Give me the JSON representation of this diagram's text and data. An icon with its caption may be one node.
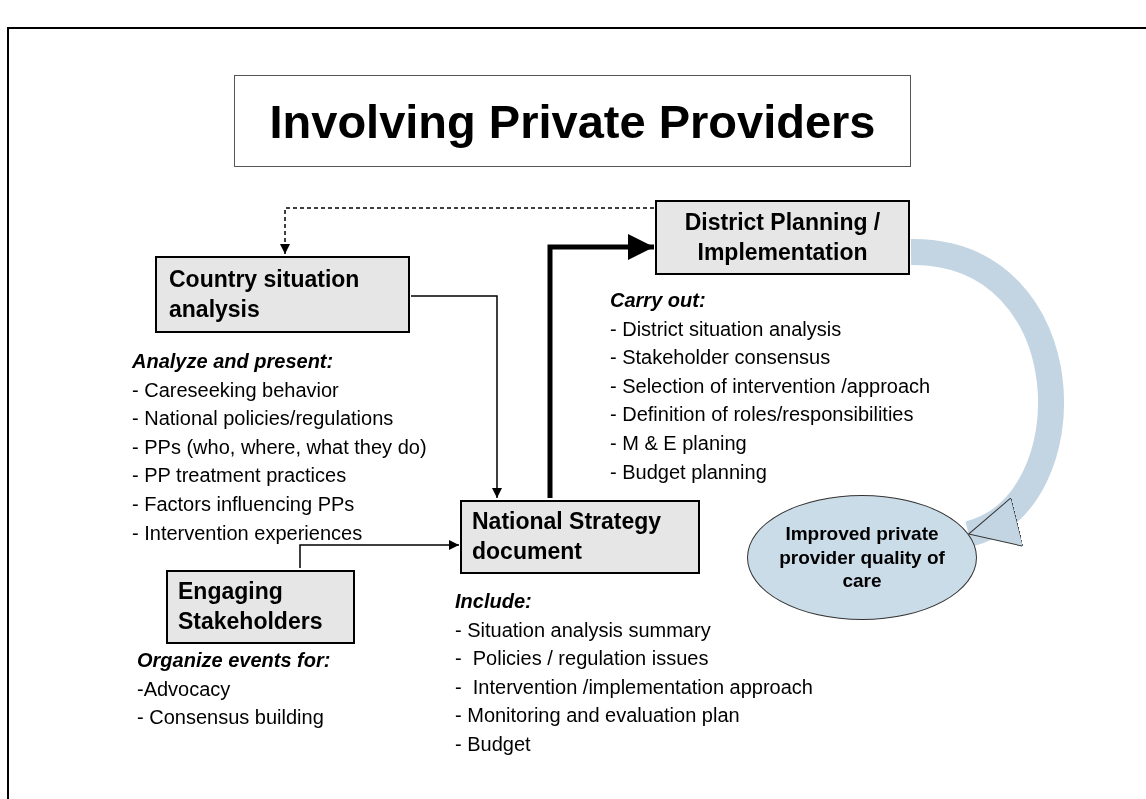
{
  "diagram": {
    "title": "Involving Private Providers",
    "nodes": [
      {
        "text": [
          "Country situation analysis"
        ],
        "beside": [
          "Analyze and present:",
          "- Careseeking behavior",
          "- National policies/regulations",
          "- PPs (who, where, what they do)",
          "- PP treatment practices",
          "- Factors influencing PPs",
          "- Intervention experiences"
        ]
      },
      {
        "text": [
          "District Planning / Implementation"
        ],
        "beside": [
          "Carry out:",
          "- District situation analysis",
          "- Stakeholder consensus",
          "- Selection of intervention /approach",
          "- Definition of roles/responsibilities",
          "- M & E planing",
          "- Budget planning"
        ]
      },
      {
        "text": [
          "National Strategy document"
        ],
        "beside": [
          "Include:",
          "- Situation analysis summary",
          "-  Policies / regulation issues",
          "-  Intervention /implementation approach",
          "- Monitoring and evaluation plan",
          "- Budget"
        ]
      },
      {
        "text": [
          "Engaging Stakeholders"
        ],
        "beside": [
          "Organize events for:",
          "-Advocacy",
          "- Consensus building"
        ]
      },
      {
        "text": [
          "Improved private provider quality of care"
        ]
      }
    ],
    "edges": [
      {
        "from": 1,
        "to": 0,
        "arrow": "to",
        "style": "dashed"
      },
      {
        "from": 0,
        "to": 2,
        "arrow": "to"
      },
      {
        "from": 3,
        "to": 2,
        "arrow": "to"
      },
      {
        "from": 2,
        "to": 1,
        "arrow": "to",
        "style": "thick"
      },
      {
        "from": 1,
        "to": 4,
        "arrow": "to",
        "style": "thick",
        "color": "#c3d5e2"
      }
    ]
  }
}
